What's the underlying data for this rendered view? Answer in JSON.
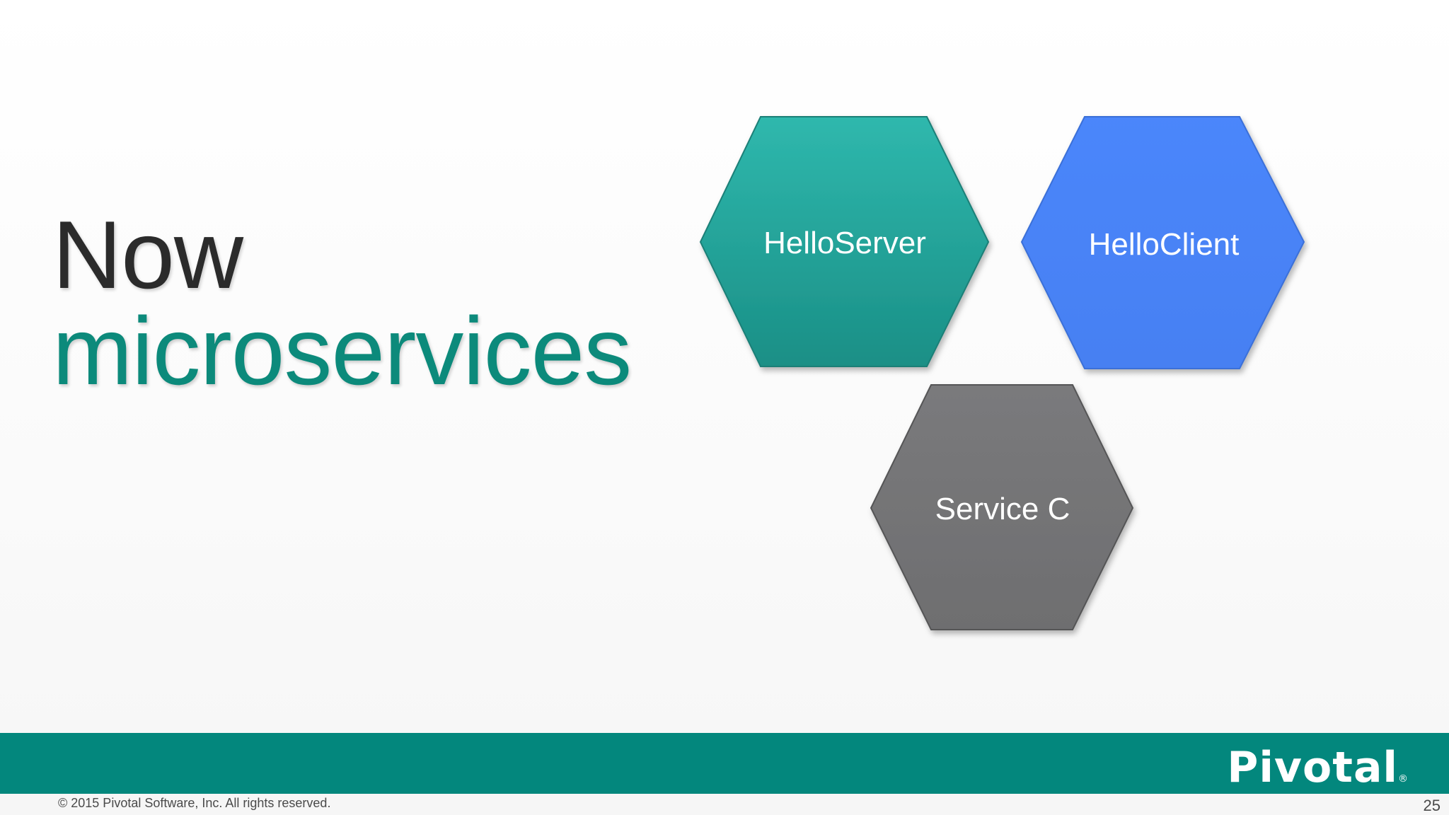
{
  "slide": {
    "title_line1": "Now",
    "title_line2": "microservices",
    "copyright": "© 2015 Pivotal Software, Inc.  All rights reserved.",
    "page_number": "25",
    "logo_text": "Pivotal",
    "logo_mark": "®"
  },
  "diagram": {
    "nodes": [
      {
        "label": "HelloServer",
        "color": "#23a093"
      },
      {
        "label": "HelloClient",
        "color": "#4a84f8"
      },
      {
        "label": "Service C",
        "color": "#707070"
      }
    ]
  },
  "colors": {
    "title_dark": "#2b2b2b",
    "title_accent": "#0c8a7b",
    "footer_bar": "#03877d"
  }
}
